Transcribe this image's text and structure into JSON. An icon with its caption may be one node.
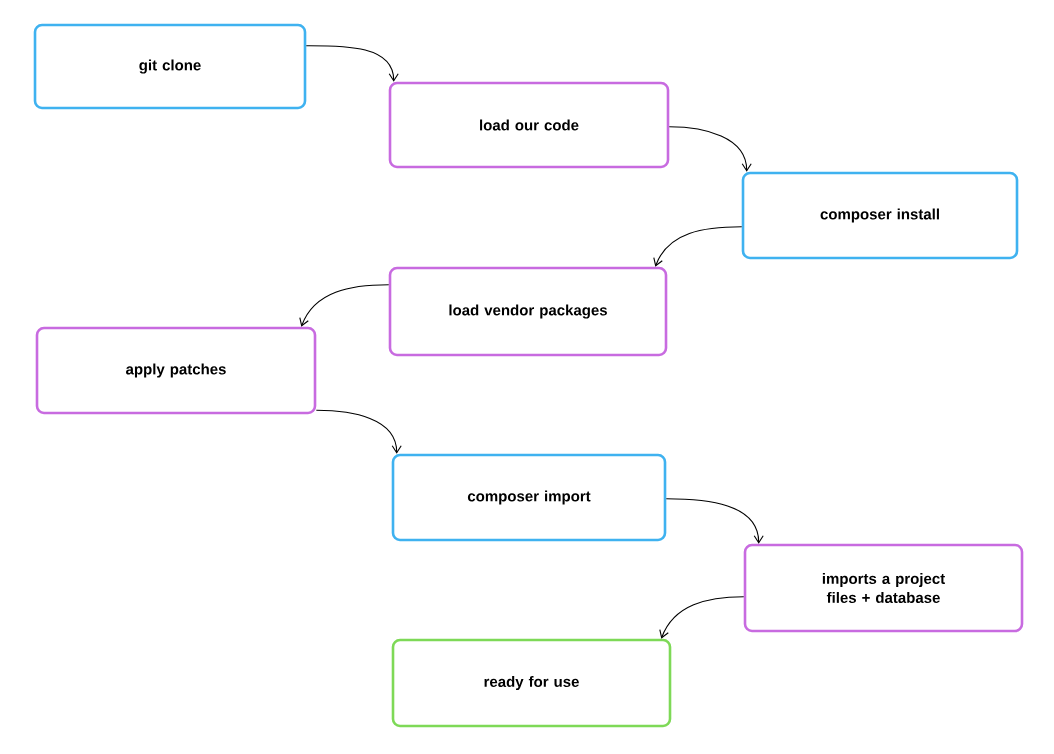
{
  "diagram": {
    "nodes": [
      {
        "text": [
          "git clone"
        ]
      },
      {
        "text": [
          "load our code"
        ]
      },
      {
        "text": [
          "composer install"
        ]
      },
      {
        "text": [
          "load vendor packages"
        ]
      },
      {
        "text": [
          "apply patches"
        ]
      },
      {
        "text": [
          "composer import"
        ]
      },
      {
        "text": [
          "imports a project files + database"
        ]
      },
      {
        "text": [
          "ready for use"
        ]
      }
    ],
    "edges": [
      {
        "from": 0,
        "to": 1,
        "arrow": "to"
      },
      {
        "from": 1,
        "to": 2,
        "arrow": "to"
      },
      {
        "from": 2,
        "to": 3,
        "arrow": "to"
      },
      {
        "from": 3,
        "to": 4,
        "arrow": "to"
      },
      {
        "from": 4,
        "to": 5,
        "arrow": "to"
      },
      {
        "from": 5,
        "to": 6,
        "arrow": "to"
      },
      {
        "from": 6,
        "to": 7,
        "arrow": "to"
      }
    ]
  }
}
